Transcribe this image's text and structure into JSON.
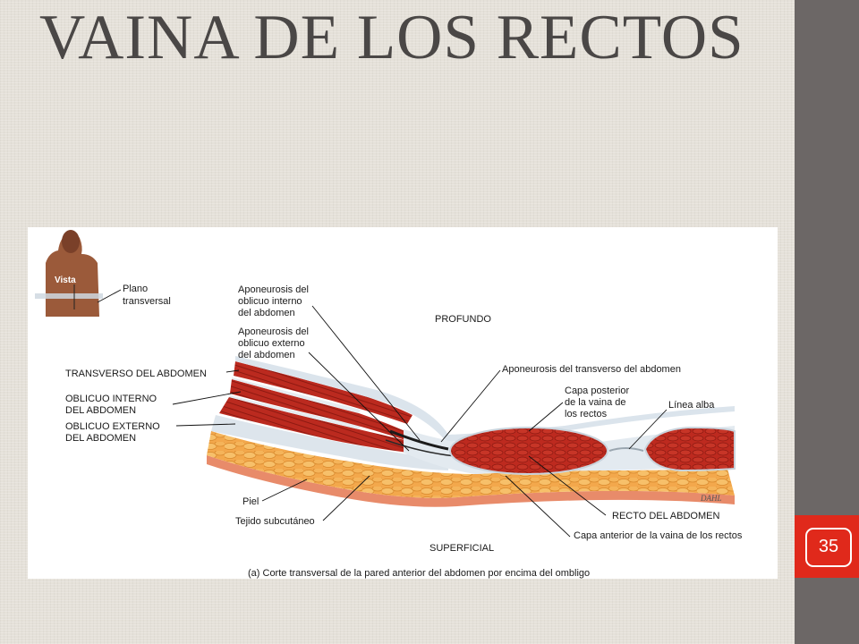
{
  "slide": {
    "title": "VAINA DE LOS RECTOS",
    "page_number": "35"
  },
  "figure": {
    "inset": {
      "tag": "Vista",
      "plane_label_1": "Plano",
      "plane_label_2": "transversal"
    },
    "labels": {
      "apon_int_1": "Aponeurosis del",
      "apon_int_2": "oblicuo interno",
      "apon_int_3": "del abdomen",
      "apon_ext_1": "Aponeurosis del",
      "apon_ext_2": "oblicuo externo",
      "apon_ext_3": "del abdomen",
      "profundo": "PROFUNDO",
      "transverso": "TRANSVERSO DEL ABDOMEN",
      "oblicuo_int_1": "OBLICUO INTERNO",
      "oblicuo_int_2": "DEL ABDOMEN",
      "oblicuo_ext_1": "OBLICUO EXTERNO",
      "oblicuo_ext_2": "DEL ABDOMEN",
      "apon_transv": "Aponeurosis del transverso del abdomen",
      "capa_post_1": "Capa posterior",
      "capa_post_2": "de la vaina de",
      "capa_post_3": "los rectos",
      "linea_alba": "Línea alba",
      "piel": "Piel",
      "tejido": "Tejido subcutáneo",
      "recto": "RECTO DEL ABDOMEN",
      "capa_ant": "Capa anterior de la vaina de los rectos",
      "superficial": "SUPERFICIAL",
      "signature": "DAHL",
      "caption": "(a) Corte transversal de la pared anterior del abdomen por encima del ombligo"
    },
    "colors": {
      "muscle": "#b8261e",
      "fat": "#f2a64a",
      "skin": "#e88a6f",
      "fascia": "#dfe6ee"
    }
  }
}
